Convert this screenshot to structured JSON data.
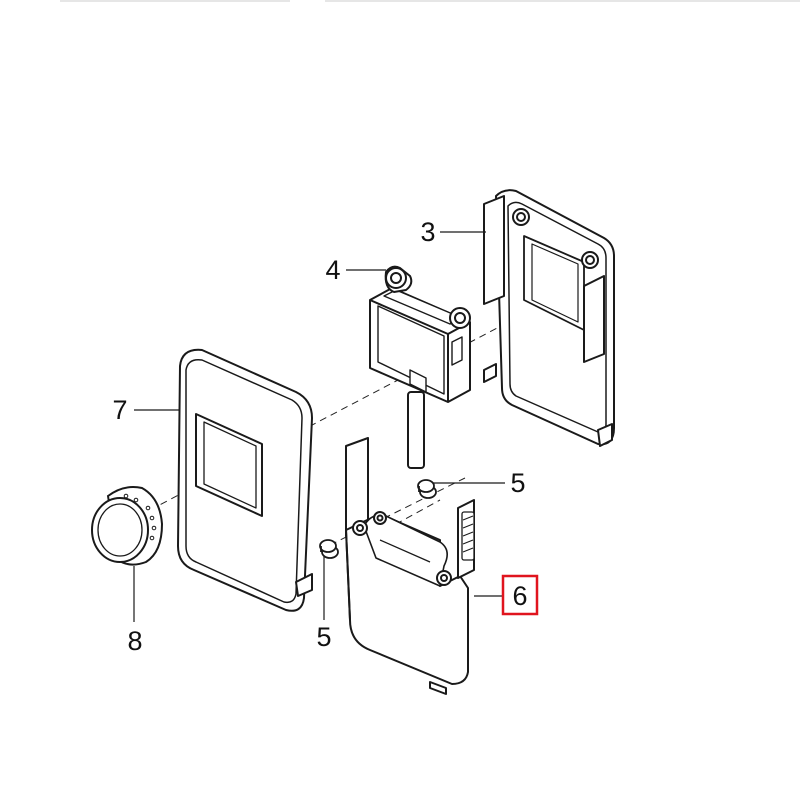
{
  "diagram": {
    "labels": {
      "part3": "3",
      "part4": "4",
      "part5_upper": "5",
      "part5_lower": "5",
      "part6": "6",
      "part7": "7",
      "part8": "8"
    },
    "highlighted_part": "6",
    "highlight_color": "#e0141e",
    "line_color": "#1a1a1a",
    "fill_color": "#ffffff"
  }
}
